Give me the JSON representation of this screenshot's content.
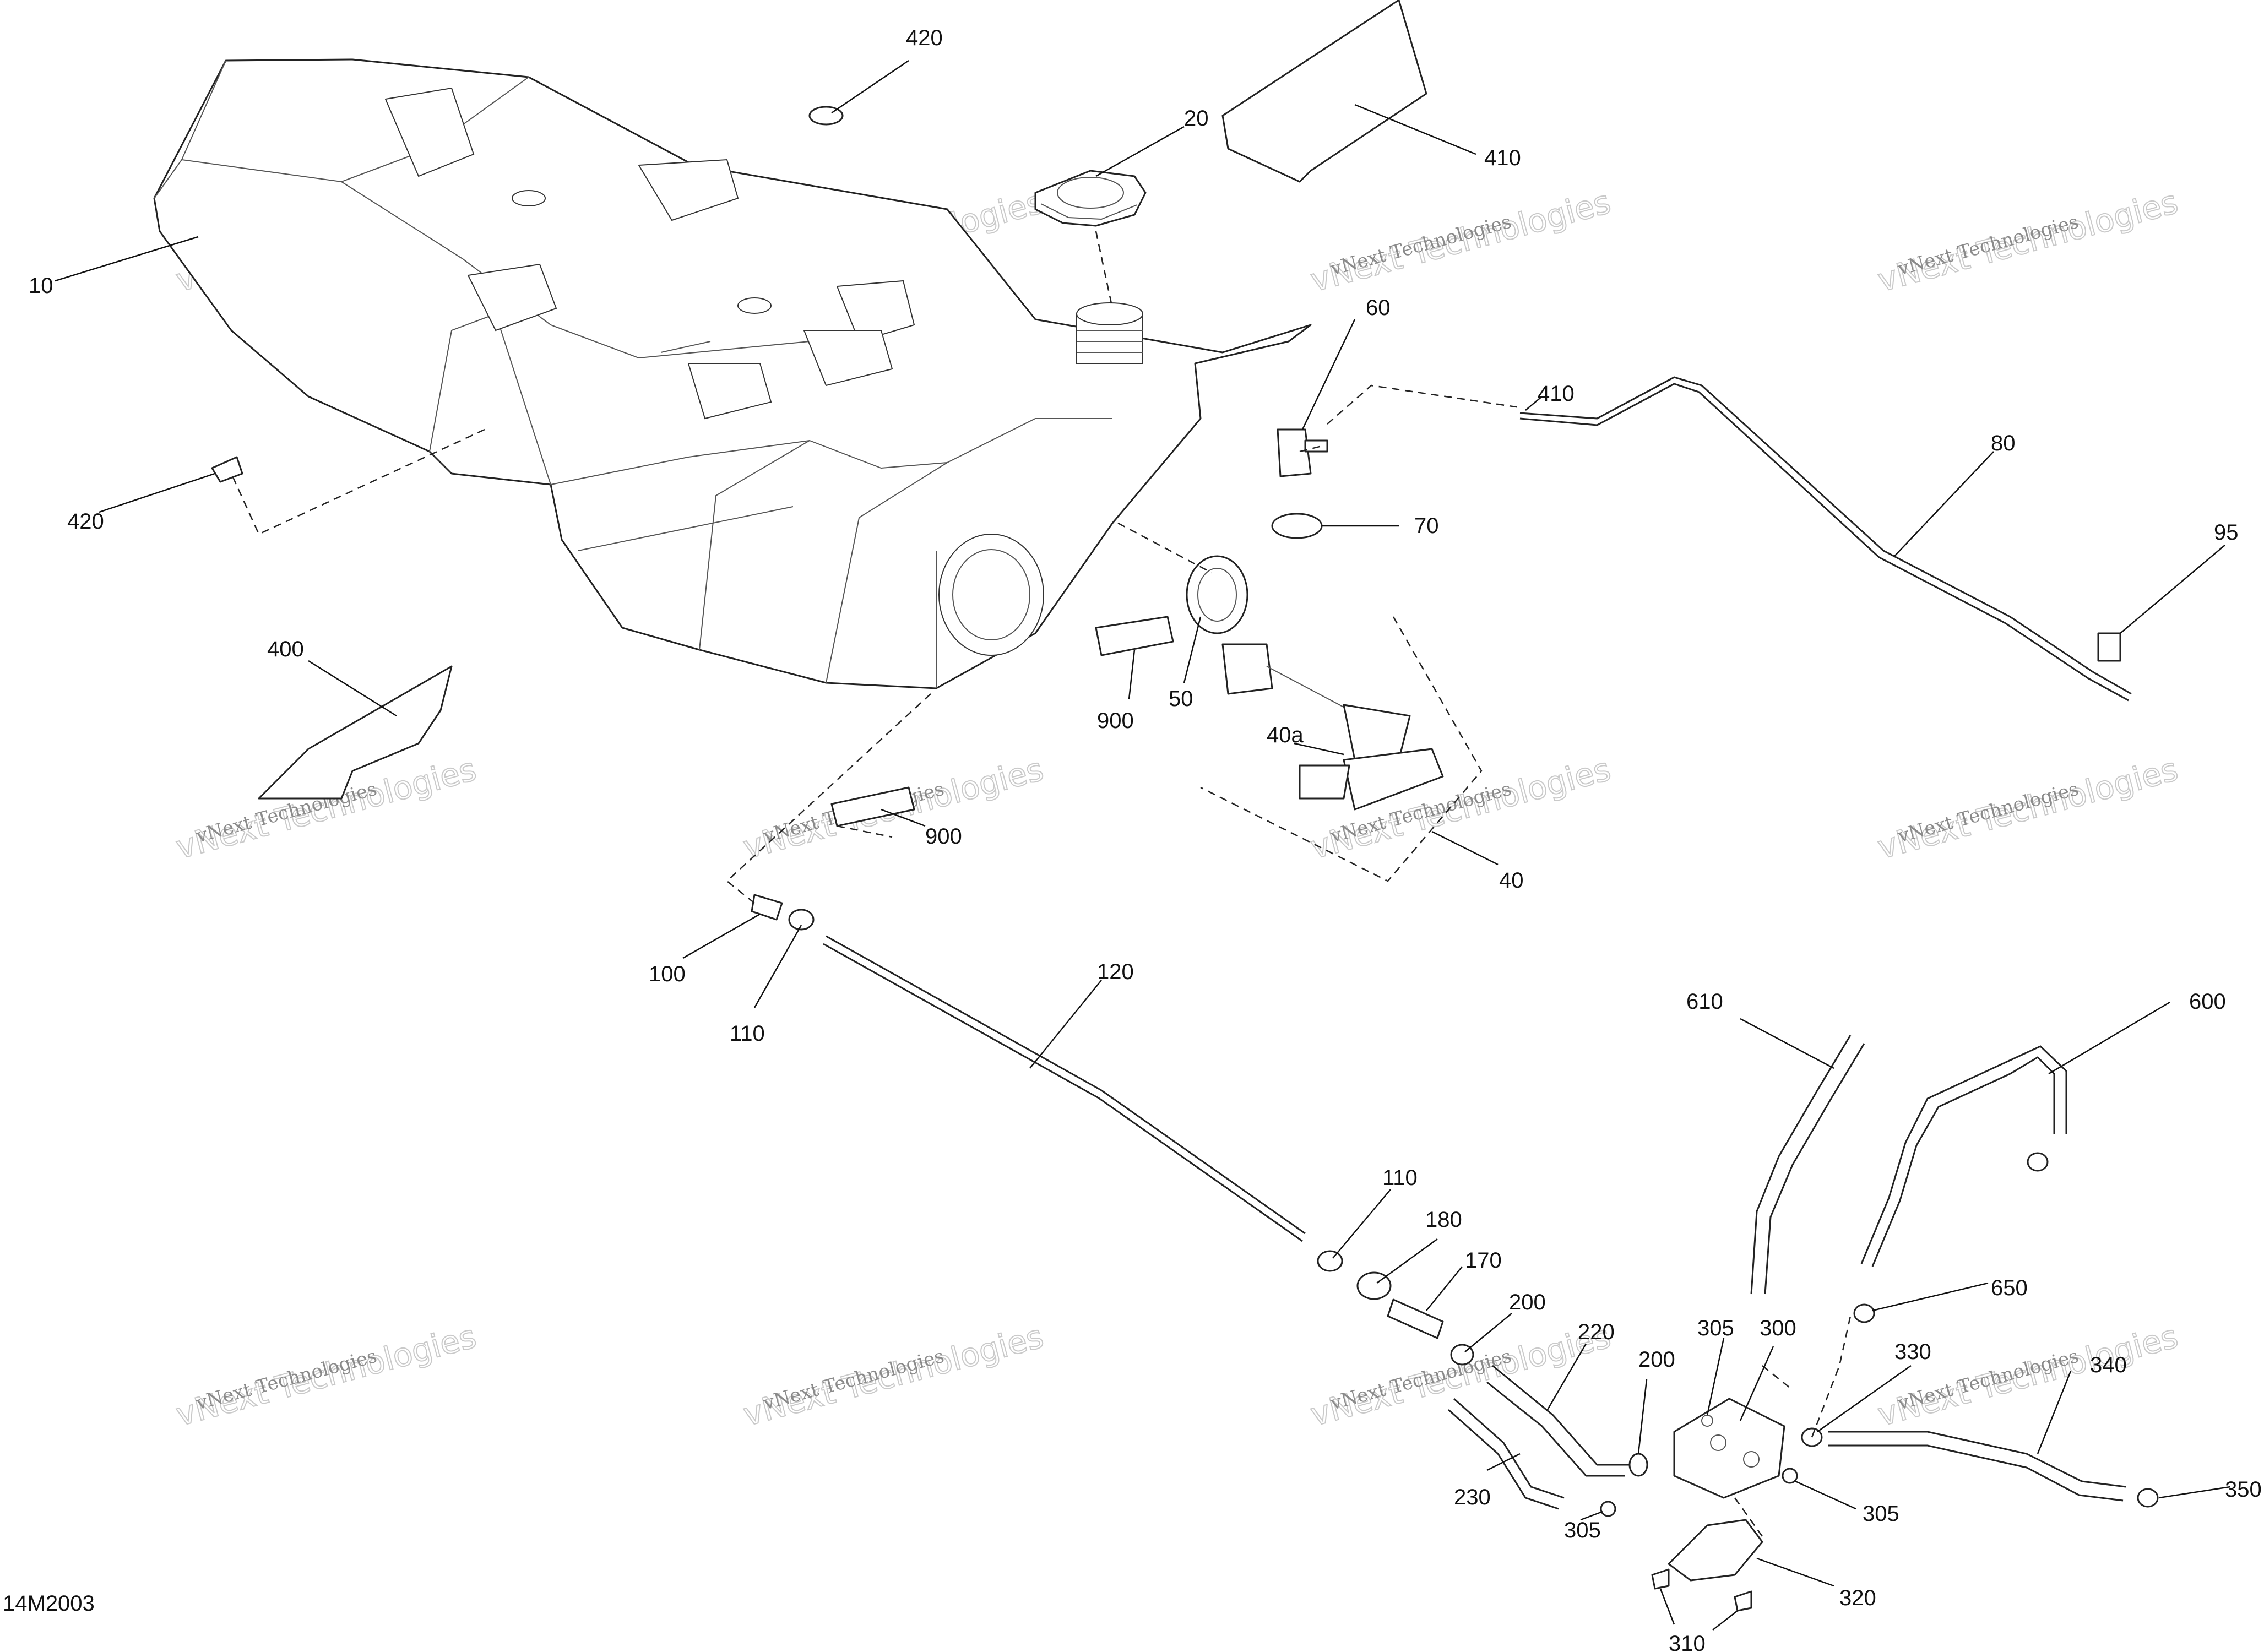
{
  "diagram_code": "14M2003",
  "watermark": {
    "line1": "vNext Technologies",
    "line2": "vNext\nTechnologies"
  },
  "callouts": [
    {
      "id": "c10",
      "text": "10"
    },
    {
      "id": "c420a",
      "text": "420"
    },
    {
      "id": "c420b",
      "text": "420"
    },
    {
      "id": "c20",
      "text": "20"
    },
    {
      "id": "c410a",
      "text": "410"
    },
    {
      "id": "c410b",
      "text": "410"
    },
    {
      "id": "c60",
      "text": "60"
    },
    {
      "id": "c80",
      "text": "80"
    },
    {
      "id": "c70",
      "text": "70"
    },
    {
      "id": "c95",
      "text": "95"
    },
    {
      "id": "c400",
      "text": "400"
    },
    {
      "id": "c900a",
      "text": "900"
    },
    {
      "id": "c50",
      "text": "50"
    },
    {
      "id": "c40a",
      "text": "40a"
    },
    {
      "id": "c900b",
      "text": "900"
    },
    {
      "id": "c40",
      "text": "40"
    },
    {
      "id": "c100",
      "text": "100"
    },
    {
      "id": "c110a",
      "text": "110"
    },
    {
      "id": "c120",
      "text": "120"
    },
    {
      "id": "c610",
      "text": "610"
    },
    {
      "id": "c600",
      "text": "600"
    },
    {
      "id": "c110b",
      "text": "110"
    },
    {
      "id": "c180",
      "text": "180"
    },
    {
      "id": "c170",
      "text": "170"
    },
    {
      "id": "c200a",
      "text": "200"
    },
    {
      "id": "c220",
      "text": "220"
    },
    {
      "id": "c200b",
      "text": "200"
    },
    {
      "id": "c305a",
      "text": "305"
    },
    {
      "id": "c300",
      "text": "300"
    },
    {
      "id": "c330",
      "text": "330"
    },
    {
      "id": "c340",
      "text": "340"
    },
    {
      "id": "c650",
      "text": "650"
    },
    {
      "id": "c350",
      "text": "350"
    },
    {
      "id": "c230",
      "text": "230"
    },
    {
      "id": "c305b",
      "text": "305"
    },
    {
      "id": "c305c",
      "text": "305"
    },
    {
      "id": "c320",
      "text": "320"
    },
    {
      "id": "c310",
      "text": "310"
    }
  ]
}
